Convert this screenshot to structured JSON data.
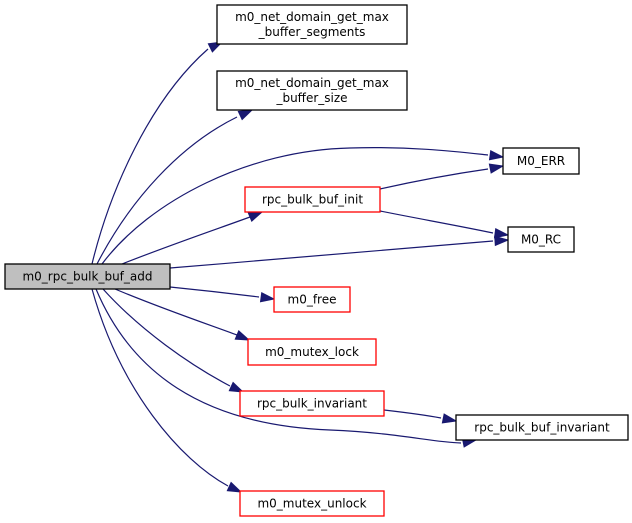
{
  "graph": {
    "title": "Call graph of m0_rpc_bulk_buf_add",
    "colors": {
      "edge": "#191970",
      "root_fill": "#bfbfbf",
      "root_border": "#000000",
      "normal_border": "#000000",
      "linked_border": "#ff0000",
      "node_fill": "#ffffff"
    },
    "nodes": {
      "root": {
        "label": [
          "m0_rpc_bulk_buf_add"
        ],
        "kind": "root"
      },
      "get_max_segments": {
        "label": [
          "m0_net_domain_get_max",
          "_buffer_segments"
        ],
        "kind": "normal"
      },
      "get_max_size": {
        "label": [
          "m0_net_domain_get_max",
          "_buffer_size"
        ],
        "kind": "normal"
      },
      "m0_err": {
        "label": [
          "M0_ERR"
        ],
        "kind": "normal"
      },
      "buf_init": {
        "label": [
          "rpc_bulk_buf_init"
        ],
        "kind": "linked"
      },
      "m0_rc": {
        "label": [
          "M0_RC"
        ],
        "kind": "normal"
      },
      "m0_free": {
        "label": [
          "m0_free"
        ],
        "kind": "linked"
      },
      "mutex_lock": {
        "label": [
          "m0_mutex_lock"
        ],
        "kind": "linked"
      },
      "bulk_invariant": {
        "label": [
          "rpc_bulk_invariant"
        ],
        "kind": "linked"
      },
      "buf_invariant": {
        "label": [
          "rpc_bulk_buf_invariant"
        ],
        "kind": "normal"
      },
      "mutex_unlock": {
        "label": [
          "m0_mutex_unlock"
        ],
        "kind": "linked"
      }
    },
    "edges": [
      {
        "from": "root",
        "to": "get_max_segments"
      },
      {
        "from": "root",
        "to": "get_max_size"
      },
      {
        "from": "root",
        "to": "m0_err"
      },
      {
        "from": "root",
        "to": "buf_init"
      },
      {
        "from": "root",
        "to": "m0_rc"
      },
      {
        "from": "root",
        "to": "m0_free"
      },
      {
        "from": "root",
        "to": "mutex_lock"
      },
      {
        "from": "root",
        "to": "bulk_invariant"
      },
      {
        "from": "root",
        "to": "buf_invariant"
      },
      {
        "from": "root",
        "to": "mutex_unlock"
      },
      {
        "from": "buf_init",
        "to": "m0_err"
      },
      {
        "from": "buf_init",
        "to": "m0_rc"
      },
      {
        "from": "bulk_invariant",
        "to": "buf_invariant"
      }
    ]
  }
}
